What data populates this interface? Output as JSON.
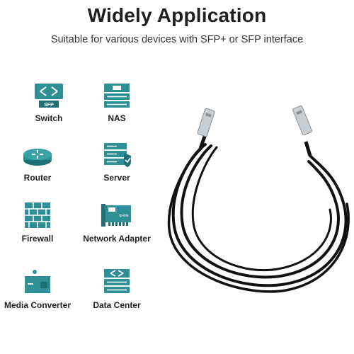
{
  "header": {
    "title": "Widely Application",
    "subtitle": "Suitable for various devices with SFP+ or SFP interface"
  },
  "devices": [
    {
      "label": "Switch",
      "icon": "switch-icon",
      "badge": "SFP"
    },
    {
      "label": "NAS",
      "icon": "nas-icon"
    },
    {
      "label": "Router",
      "icon": "router-icon"
    },
    {
      "label": "Server",
      "icon": "server-icon"
    },
    {
      "label": "Firewall",
      "icon": "firewall-icon"
    },
    {
      "label": "Network Adapter",
      "icon": "network-adapter-icon",
      "badge": "tp-link"
    },
    {
      "label": "Media Converter",
      "icon": "media-converter-icon"
    },
    {
      "label": "Data Center",
      "icon": "data-center-icon"
    }
  ],
  "colors": {
    "icon_teal": "#2e8f96",
    "icon_dark": "#1f6f76",
    "cable": "#111111",
    "connector": "#c9ced3"
  }
}
